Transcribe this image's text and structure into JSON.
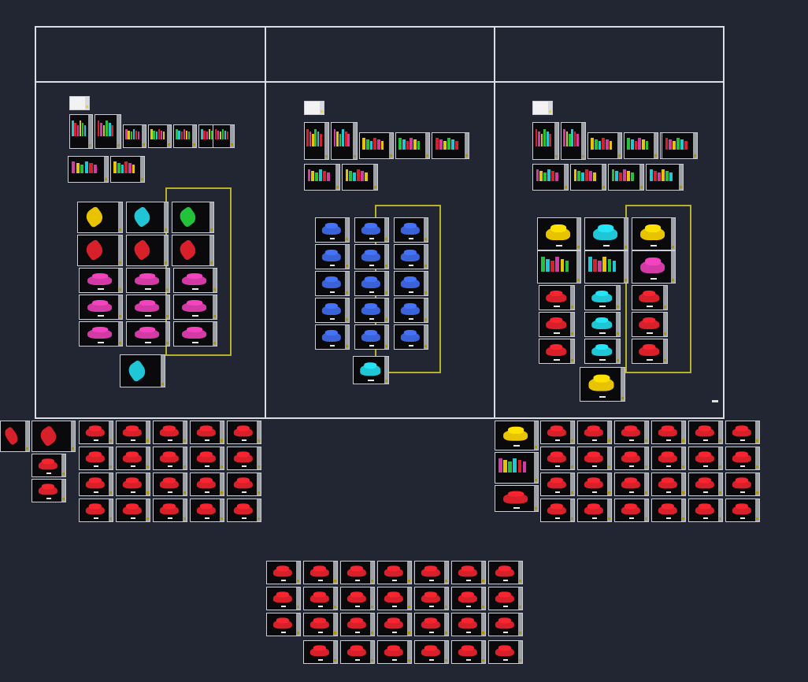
{
  "app": {
    "background_color": "#222632",
    "frame_color": "#d9dce2",
    "highlight_color": "#b7b02a",
    "sheet_border_color": "#c9ccd2"
  },
  "layout_frame": {
    "columns": 3
  },
  "panels": [
    {
      "name": "left-panel",
      "highlighted_group": true
    },
    {
      "name": "middle-panel",
      "highlighted_group": true
    },
    {
      "name": "right-panel",
      "highlighted_group": true
    }
  ],
  "sheet_types": {
    "plan": "floor-plan-sheet",
    "section": "section-sheet",
    "detail": "detail-sheet",
    "cover": "cover-sheet"
  },
  "colors": {
    "plan_red": "#d8202a",
    "plan_cyan": "#1fc7d6",
    "plan_magenta": "#d43aa6",
    "plan_yellow": "#e8c400",
    "plan_green": "#22c23a",
    "plan_blue": "#3b63d9"
  }
}
